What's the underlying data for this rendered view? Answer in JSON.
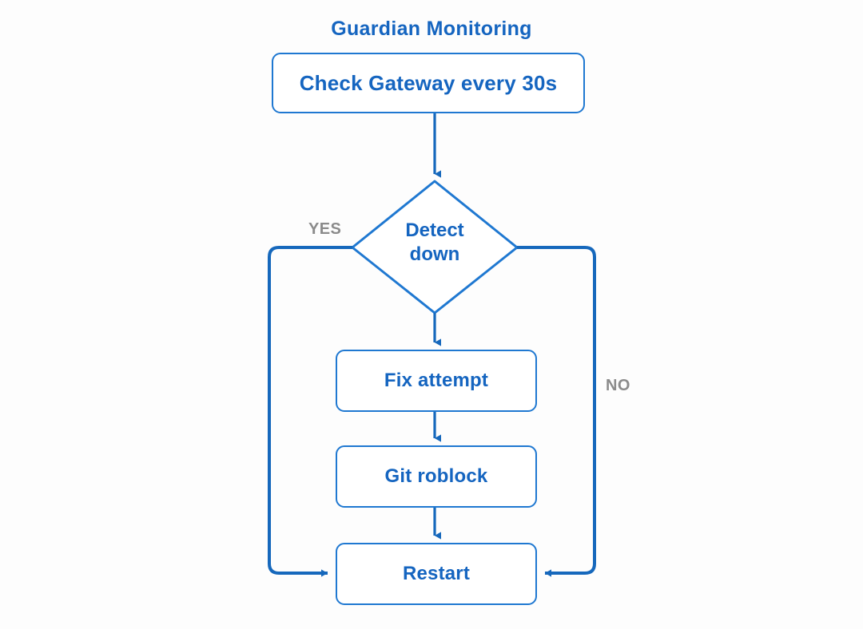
{
  "title": "Guardian Monitoring",
  "colors": {
    "accent": "#1565c0",
    "node_border": "#1f78d1",
    "connector": "#1668bc",
    "label_gray": "#8b8b8b",
    "background": "#fdfdfd"
  },
  "chart_data": {
    "type": "diagram",
    "title": "Guardian Monitoring",
    "nodes": [
      {
        "id": "check",
        "label": "Check Gateway every 30s",
        "shape": "rounded-rect"
      },
      {
        "id": "detect",
        "label": "Detect down",
        "shape": "diamond"
      },
      {
        "id": "fix",
        "label": "Fix attempt",
        "shape": "rounded-rect"
      },
      {
        "id": "git",
        "label": "Git roblock",
        "shape": "rounded-rect"
      },
      {
        "id": "restart",
        "label": "Restart",
        "shape": "rounded-rect"
      }
    ],
    "edges": [
      {
        "from": "check",
        "to": "detect",
        "label": ""
      },
      {
        "from": "detect",
        "to": "fix",
        "label": ""
      },
      {
        "from": "fix",
        "to": "git",
        "label": ""
      },
      {
        "from": "git",
        "to": "restart",
        "label": ""
      },
      {
        "from": "detect",
        "to": "restart",
        "label": "YES",
        "side": "left"
      },
      {
        "from": "detect",
        "to": "restart",
        "label": "NO",
        "side": "right"
      }
    ]
  },
  "nodes": {
    "check": {
      "label": "Check Gateway every 30s"
    },
    "detect": {
      "line1": "Detect",
      "line2": "down"
    },
    "fix": {
      "label": "Fix attempt"
    },
    "git": {
      "label": "Git roblock"
    },
    "restart": {
      "label": "Restart"
    }
  },
  "labels": {
    "yes": "YES",
    "no": "NO"
  }
}
